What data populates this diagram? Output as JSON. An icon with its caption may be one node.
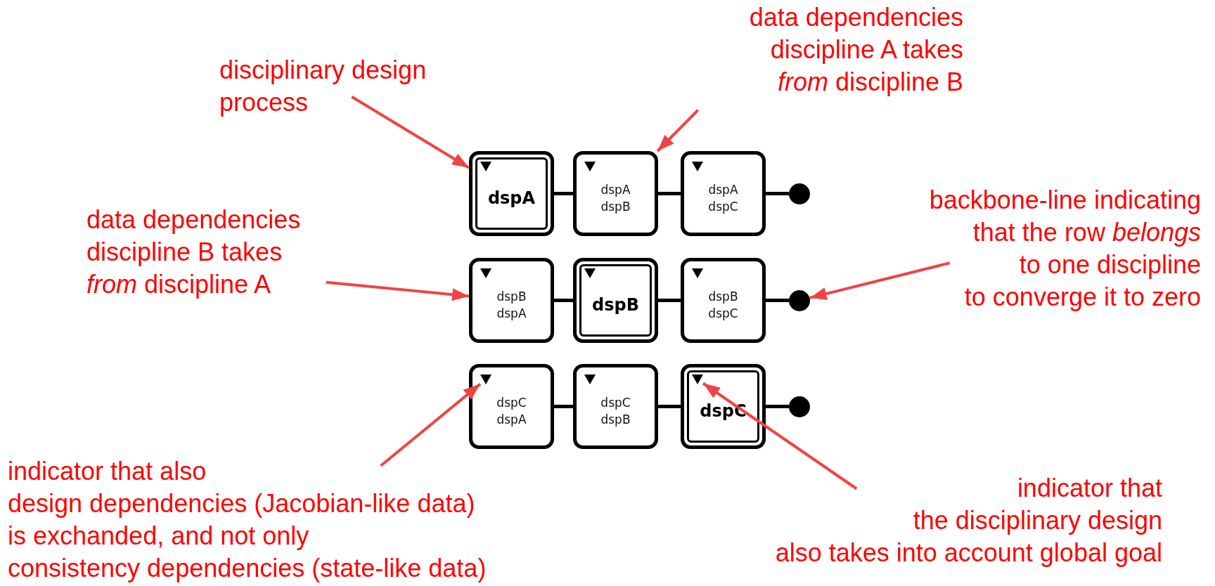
{
  "diagram": {
    "nodes": [
      {
        "text": [
          "disciplinary design process"
        ]
      },
      {
        "text": [
          "data dependencies discipline A takes *from* discipline B"
        ]
      },
      {
        "text": [
          "dspA"
        ]
      },
      {
        "text": [],
        "shape": "triangle",
        "in": 2
      },
      {
        "text": [
          "dspA",
          "dspB"
        ]
      },
      {
        "text": [],
        "shape": "triangle",
        "in": 4
      },
      {
        "text": [
          "dspA",
          "dspC"
        ]
      },
      {
        "text": [],
        "shape": "triangle",
        "in": 6
      },
      {
        "text": [],
        "shape": "circle"
      },
      {
        "text": [
          "data dependencies discipline B takes *from* discipline A"
        ]
      },
      {
        "text": [
          "backbone-line indicating that the row *belongs* to one discipline to converge it to zero"
        ]
      },
      {
        "text": [
          "dspB",
          "dspA"
        ]
      },
      {
        "text": [],
        "shape": "triangle",
        "in": 11
      },
      {
        "text": [
          "dspB"
        ]
      },
      {
        "text": [],
        "shape": "triangle",
        "in": 13
      },
      {
        "text": [
          "dspB",
          "dspC"
        ]
      },
      {
        "text": [],
        "shape": "triangle",
        "in": 15
      },
      {
        "text": [],
        "shape": "circle"
      },
      {
        "text": [
          "dspC",
          "dspA"
        ]
      },
      {
        "text": [],
        "shape": "triangle",
        "in": 18
      },
      {
        "text": [
          "dspC",
          "dspB"
        ]
      },
      {
        "text": [],
        "shape": "triangle",
        "in": 20
      },
      {
        "text": [
          "dspC"
        ]
      },
      {
        "text": [],
        "shape": "triangle",
        "in": 22
      },
      {
        "text": [],
        "shape": "circle"
      },
      {
        "text": [
          "indicator that also design dependencies (Jacobian-like data) is exchanded, and not only consistency dependencies (state-like data)"
        ]
      },
      {
        "text": [
          "indicator that the disciplinary design also takes into account global goal"
        ]
      }
    ],
    "edges": [
      {
        "from": 2,
        "to": 4,
        "arrow": "none"
      },
      {
        "from": 4,
        "to": 6,
        "arrow": "none"
      },
      {
        "from": 6,
        "to": 8,
        "arrow": "none"
      },
      {
        "from": 11,
        "to": 13,
        "arrow": "none"
      },
      {
        "from": 13,
        "to": 15,
        "arrow": "none"
      },
      {
        "from": 15,
        "to": 17,
        "arrow": "none"
      },
      {
        "from": 18,
        "to": 20,
        "arrow": "none"
      },
      {
        "from": 20,
        "to": 22,
        "arrow": "none"
      },
      {
        "from": 22,
        "to": 24,
        "arrow": "none"
      },
      {
        "from": 0,
        "to": 2,
        "arrow": "to",
        "color": "#f04444"
      },
      {
        "from": 1,
        "to": 4,
        "arrow": "to",
        "color": "#f04444"
      },
      {
        "from": 9,
        "to": 11,
        "arrow": "to",
        "color": "#f04444"
      },
      {
        "from": 10,
        "to": 17,
        "arrow": "to",
        "color": "#f04444"
      },
      {
        "from": 25,
        "to": 19,
        "arrow": "to",
        "color": "#f04444"
      },
      {
        "from": 26,
        "to": 23,
        "arrow": "to",
        "color": "#f04444"
      }
    ]
  }
}
